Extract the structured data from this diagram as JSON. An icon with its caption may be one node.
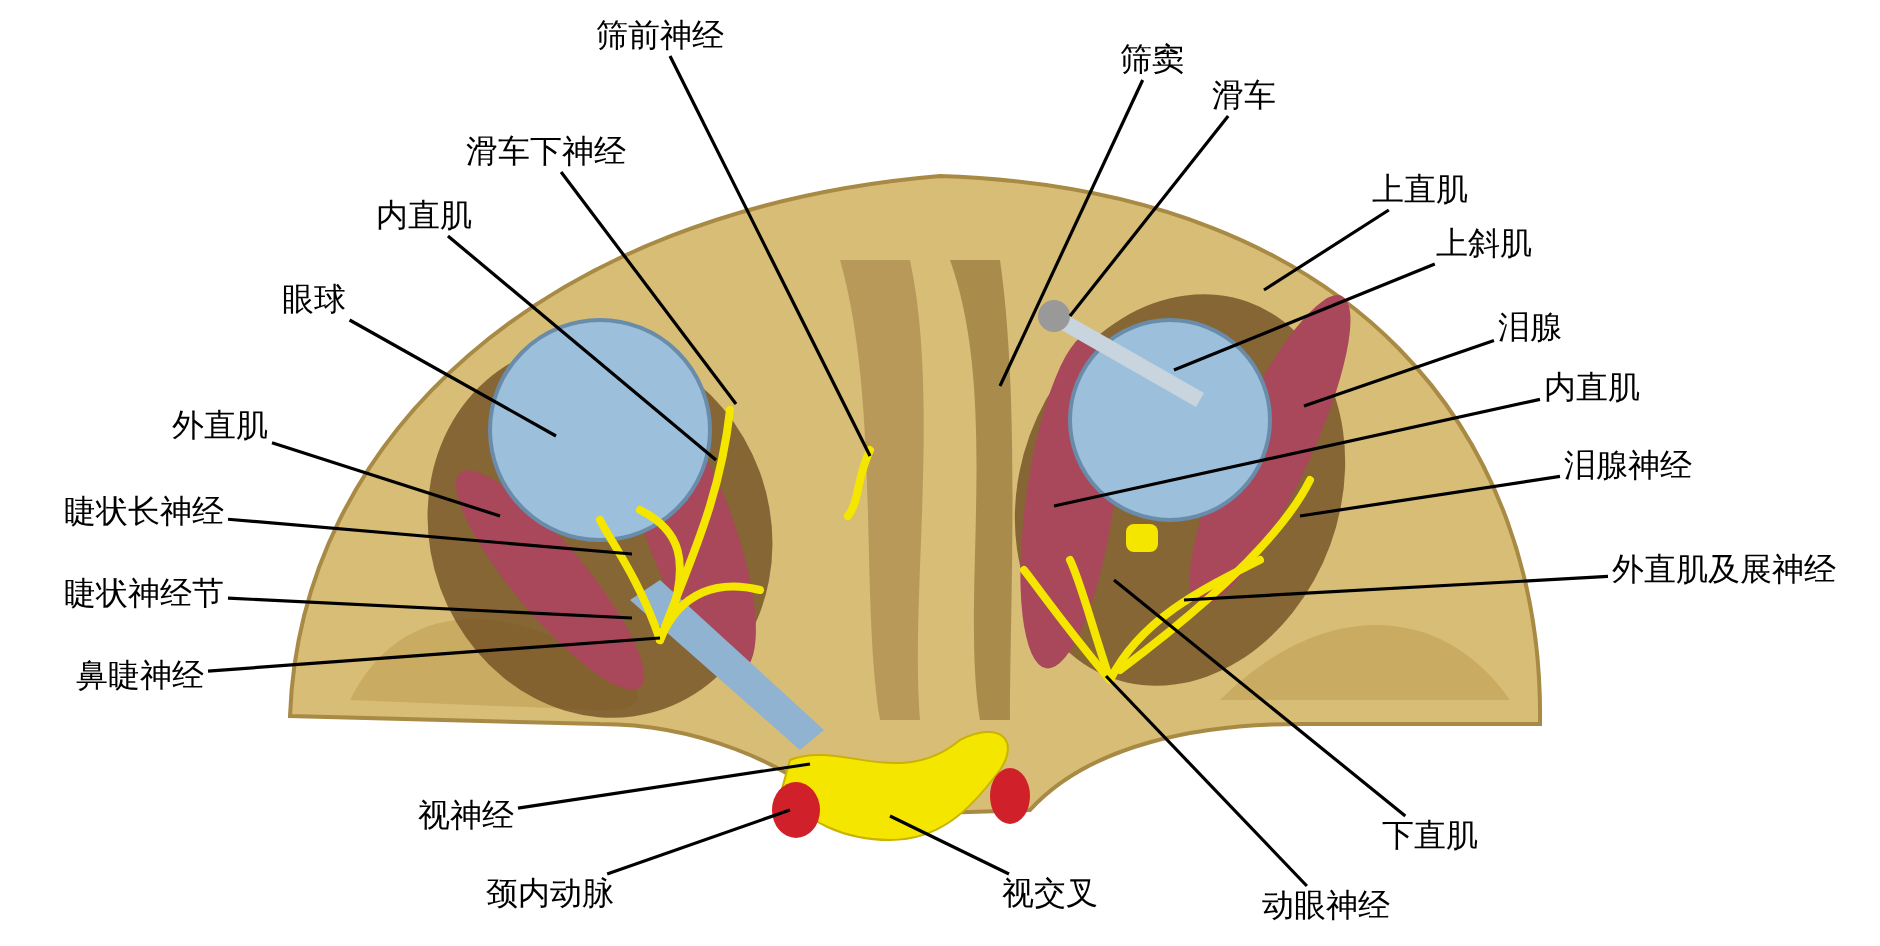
{
  "diagram": {
    "nodes": [
      {
        "text": [
          "筛前神经"
        ]
      },
      {
        "text": [
          "滑车下神经"
        ]
      },
      {
        "text": [
          "内直肌"
        ]
      },
      {
        "text": [
          "眼球"
        ]
      },
      {
        "text": [
          "外直肌"
        ]
      },
      {
        "text": [
          "睫状长神经"
        ]
      },
      {
        "text": [
          "睫状神经节"
        ]
      },
      {
        "text": [
          "鼻睫神经"
        ]
      },
      {
        "text": [
          "视神经"
        ]
      },
      {
        "text": [
          "颈内动脉"
        ]
      },
      {
        "text": [
          "视交叉"
        ]
      },
      {
        "text": [
          "筛窦"
        ]
      },
      {
        "text": [
          "滑车"
        ]
      },
      {
        "text": [
          "上直肌"
        ]
      },
      {
        "text": [
          "上斜肌"
        ]
      },
      {
        "text": [
          "泪腺"
        ]
      },
      {
        "text": [
          "内直肌"
        ]
      },
      {
        "text": [
          "泪腺神经"
        ]
      },
      {
        "text": [
          "外直肌及展神经"
        ]
      },
      {
        "text": [
          "下直肌"
        ]
      },
      {
        "text": [
          "动眼神经"
        ]
      }
    ],
    "edges": [
      {
        "from": 0,
        "to": null,
        "arrow": "none"
      },
      {
        "from": 1,
        "to": null,
        "arrow": "none"
      },
      {
        "from": 2,
        "to": null,
        "arrow": "none"
      },
      {
        "from": 3,
        "to": null,
        "arrow": "none"
      },
      {
        "from": 4,
        "to": null,
        "arrow": "none"
      },
      {
        "from": 5,
        "to": null,
        "arrow": "none"
      },
      {
        "from": 6,
        "to": null,
        "arrow": "none"
      },
      {
        "from": 7,
        "to": null,
        "arrow": "none"
      },
      {
        "from": 8,
        "to": null,
        "arrow": "none"
      },
      {
        "from": 9,
        "to": null,
        "arrow": "none"
      },
      {
        "from": 10,
        "to": null,
        "arrow": "none"
      },
      {
        "from": 11,
        "to": null,
        "arrow": "none"
      },
      {
        "from": 12,
        "to": null,
        "arrow": "none"
      },
      {
        "from": 13,
        "to": null,
        "arrow": "none"
      },
      {
        "from": 14,
        "to": null,
        "arrow": "none"
      },
      {
        "from": 15,
        "to": null,
        "arrow": "none"
      },
      {
        "from": 16,
        "to": null,
        "arrow": "none"
      },
      {
        "from": 17,
        "to": null,
        "arrow": "none"
      },
      {
        "from": 18,
        "to": null,
        "arrow": "none"
      },
      {
        "from": 19,
        "to": null,
        "arrow": "none"
      },
      {
        "from": 20,
        "to": null,
        "arrow": "none"
      }
    ]
  }
}
